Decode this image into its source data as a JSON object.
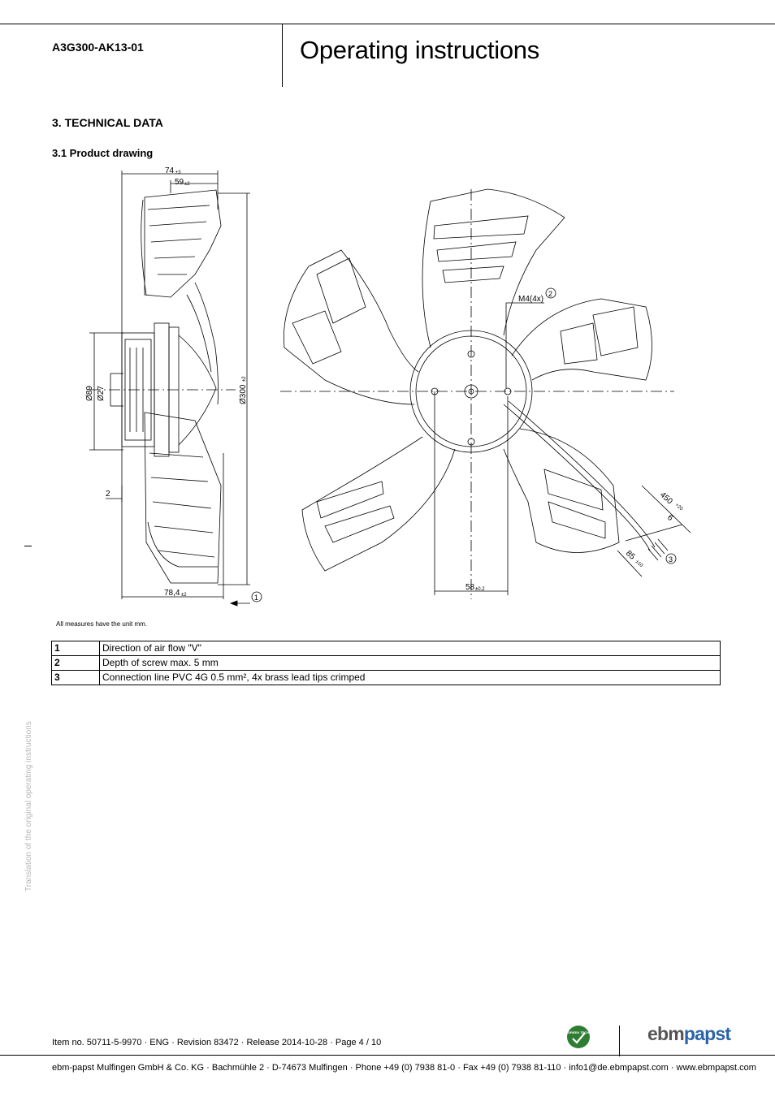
{
  "header": {
    "product_code": "A3G300-AK13-01",
    "title": "Operating instructions"
  },
  "section": {
    "heading": "3. TECHNICAL DATA",
    "subheading": "3.1 Product drawing"
  },
  "drawing": {
    "dim_74": "74",
    "tol_74": "±3",
    "dim_59": "59",
    "tol_59": "±2",
    "dim_89": "Ø89",
    "dim_27": "Ø27",
    "dim_300": "Ø300",
    "tol_300": "±2",
    "dim_2": "2",
    "dim_784": "78,4",
    "tol_784": "±2",
    "dim_58": "58",
    "tol_58": "±0,2",
    "m4_label": "M4(4x)",
    "dim_450": "450",
    "tol_450": "+20",
    "dim_6": "6",
    "dim_85": "85",
    "tol_85": "±10",
    "callout_1": "1",
    "callout_2": "2",
    "callout_3": "3"
  },
  "units_note": "All measures have the unit mm.",
  "legend": [
    {
      "num": "1",
      "text": "Direction of air flow \"V\""
    },
    {
      "num": "2",
      "text": "Depth of screw max. 5 mm"
    },
    {
      "num": "3",
      "text": "Connection line PVC 4G 0.5 mm², 4x brass lead tips crimped"
    }
  ],
  "side_note": "Translation of the original operating instructions",
  "footer": {
    "item_line": "Item no. 50711-5-9970 · ENG · Revision 83472 · Release 2014-10-28 · Page 4 / 10",
    "company_line": "ebm-papst Mulfingen GmbH & Co. KG · Bachmühle 2 · D-74673 Mulfingen · Phone +49 (0) 7938 81-0 · Fax +49 (0) 7938 81-110 · info1@de.ebmpapst.com · www.ebmpapst.com",
    "badge_text": "GREEN TECH",
    "logo_part1": "ebm",
    "logo_part2": "papst"
  },
  "colors": {
    "brand_blue": "#2a63a6",
    "badge_green": "#2e7d32",
    "side_note_gray": "#b8b8b8"
  }
}
